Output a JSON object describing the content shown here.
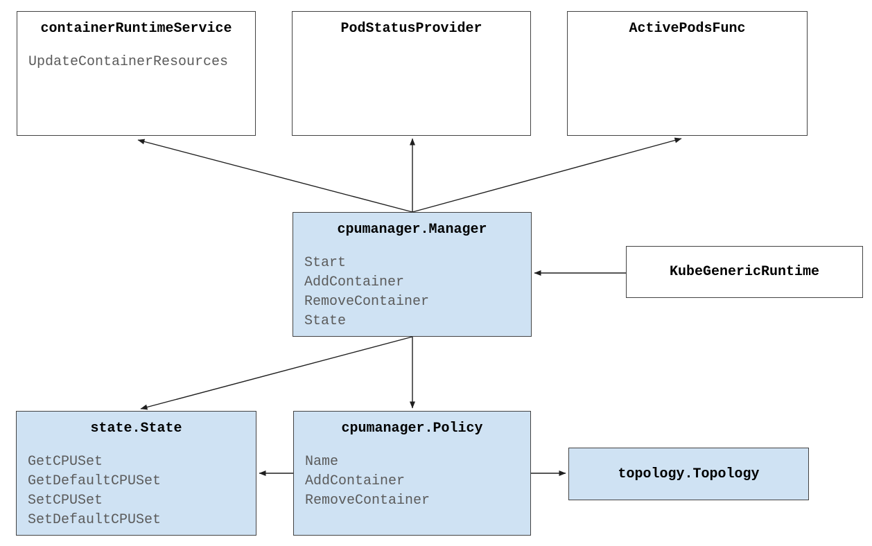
{
  "diagram": {
    "description": "cpumanager architecture diagram",
    "colors": {
      "background": "#ffffff",
      "box_fill_white": "#ffffff",
      "box_fill_blue": "#cfe2f3",
      "box_border": "#424242",
      "title_text": "#000000",
      "method_text": "#5b5b5b",
      "arrow": "#1f1f1f"
    },
    "nodes": [
      {
        "id": "containerRuntimeService",
        "title": "containerRuntimeService",
        "variant": "white",
        "methods": [
          "UpdateContainerResources"
        ]
      },
      {
        "id": "PodStatusProvider",
        "title": "PodStatusProvider",
        "variant": "white",
        "methods": []
      },
      {
        "id": "ActivePodsFunc",
        "title": "ActivePodsFunc",
        "variant": "white",
        "methods": []
      },
      {
        "id": "cpumanager.Manager",
        "title": "cpumanager.Manager",
        "variant": "blue",
        "methods": [
          "Start",
          "AddContainer",
          "RemoveContainer",
          "State"
        ]
      },
      {
        "id": "KubeGenericRuntime",
        "title": "KubeGenericRuntime",
        "variant": "white",
        "methods": []
      },
      {
        "id": "state.State",
        "title": "state.State",
        "variant": "blue",
        "methods": [
          "GetCPUSet",
          "GetDefaultCPUSet",
          "SetCPUSet",
          "SetDefaultCPUSet"
        ]
      },
      {
        "id": "cpumanager.Policy",
        "title": "cpumanager.Policy",
        "variant": "blue",
        "methods": [
          "Name",
          "AddContainer",
          "RemoveContainer"
        ]
      },
      {
        "id": "topology.Topology",
        "title": "topology.Topology",
        "variant": "blue",
        "methods": []
      }
    ],
    "edges": [
      {
        "from": "cpumanager.Manager",
        "to": "containerRuntimeService"
      },
      {
        "from": "cpumanager.Manager",
        "to": "PodStatusProvider"
      },
      {
        "from": "cpumanager.Manager",
        "to": "ActivePodsFunc"
      },
      {
        "from": "KubeGenericRuntime",
        "to": "cpumanager.Manager"
      },
      {
        "from": "cpumanager.Manager",
        "to": "state.State"
      },
      {
        "from": "cpumanager.Manager",
        "to": "cpumanager.Policy"
      },
      {
        "from": "cpumanager.Policy",
        "to": "state.State"
      },
      {
        "from": "cpumanager.Policy",
        "to": "topology.Topology"
      }
    ]
  }
}
